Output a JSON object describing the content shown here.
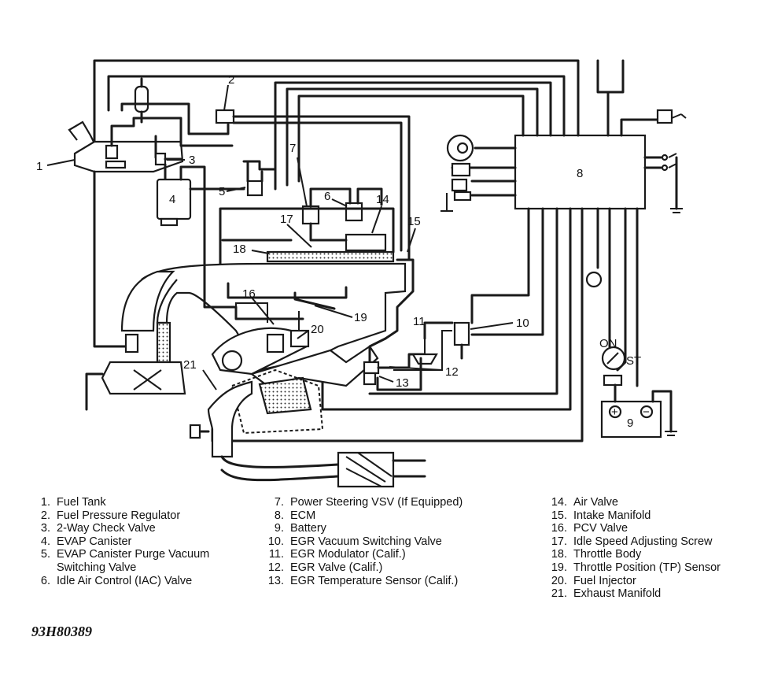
{
  "diagram": {
    "callouts": [
      "1",
      "2",
      "3",
      "4",
      "5",
      "6",
      "7",
      "8",
      "9",
      "10",
      "11",
      "12",
      "13",
      "14",
      "15",
      "16",
      "17",
      "18",
      "19",
      "20",
      "21"
    ],
    "switch_labels": {
      "on": "ON",
      "st": "ST"
    },
    "battery_terminals": {
      "pos": "+",
      "neg": "−"
    }
  },
  "legend": {
    "col1": [
      {
        "n": "1.",
        "text": "Fuel Tank"
      },
      {
        "n": "2.",
        "text": "Fuel Pressure Regulator"
      },
      {
        "n": "3.",
        "text": "2-Way Check Valve"
      },
      {
        "n": "4.",
        "text": "EVAP Canister"
      },
      {
        "n": "5.",
        "text": "EVAP Canister Purge Vacuum",
        "cont": "Switching Valve"
      },
      {
        "n": "6.",
        "text": "Idle Air Control (IAC) Valve"
      }
    ],
    "col2": [
      {
        "n": "7.",
        "text": "Power Steering VSV (If Equipped)"
      },
      {
        "n": "8.",
        "text": "ECM"
      },
      {
        "n": "9.",
        "text": "Battery"
      },
      {
        "n": "10.",
        "text": "EGR Vacuum Switching Valve"
      },
      {
        "n": "11.",
        "text": "EGR Modulator (Calif.)"
      },
      {
        "n": "12.",
        "text": "EGR Valve (Calif.)"
      },
      {
        "n": "13.",
        "text": "EGR Temperature Sensor (Calif.)"
      }
    ],
    "col3": [
      {
        "n": "14.",
        "text": "Air Valve"
      },
      {
        "n": "15.",
        "text": "Intake Manifold"
      },
      {
        "n": "16.",
        "text": "PCV Valve"
      },
      {
        "n": "17.",
        "text": "Idle Speed Adjusting Screw"
      },
      {
        "n": "18.",
        "text": "Throttle Body"
      },
      {
        "n": "19.",
        "text": "Throttle Position (TP) Sensor"
      },
      {
        "n": "20.",
        "text": "Fuel Injector"
      },
      {
        "n": "21.",
        "text": "Exhaust Manifold"
      }
    ]
  },
  "figure_id": "93H80389"
}
